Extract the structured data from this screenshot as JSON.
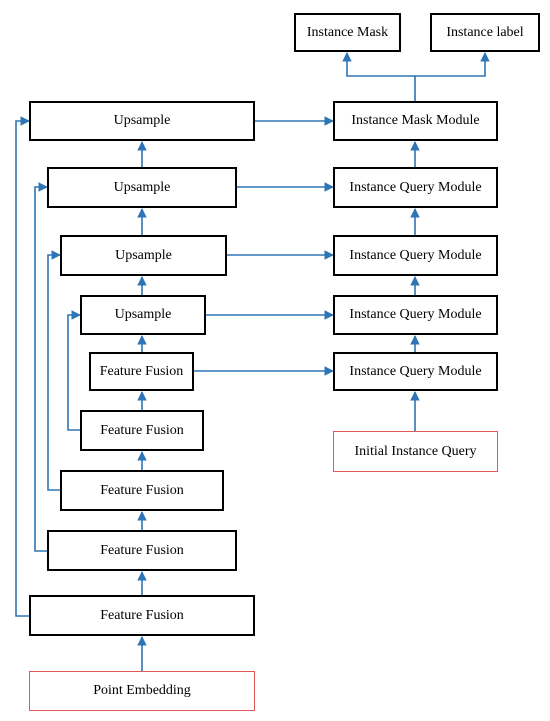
{
  "colors": {
    "arrow": "#2e75b6",
    "box_border": "#000000",
    "input_border": "#e05a5a"
  },
  "nodes": {
    "instance_mask": "Instance Mask",
    "instance_label": "Instance label",
    "upsample_1": "Upsample",
    "instance_mask_module": "Instance Mask Module",
    "upsample_2": "Upsample",
    "instance_query_module_1": "Instance Query Module",
    "upsample_3": "Upsample",
    "instance_query_module_2": "Instance Query Module",
    "upsample_4": "Upsample",
    "instance_query_module_3": "Instance Query Module",
    "feature_fusion_1": "Feature Fusion",
    "instance_query_module_4": "Instance Query Module",
    "feature_fusion_2": "Feature Fusion",
    "initial_instance_query": "Initial Instance Query",
    "feature_fusion_3": "Feature Fusion",
    "feature_fusion_4": "Feature Fusion",
    "feature_fusion_5": "Feature Fusion",
    "point_embedding": "Point Embedding"
  }
}
